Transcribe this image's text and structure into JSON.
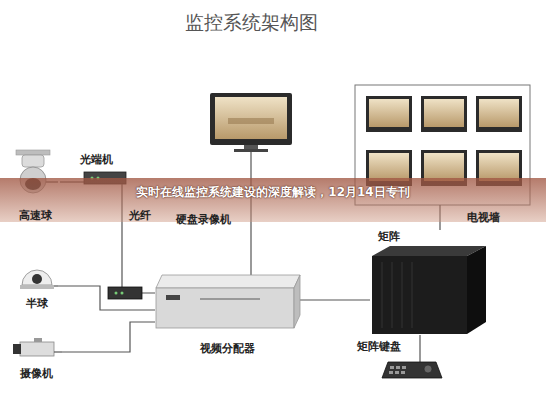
{
  "diagram": {
    "title": "监控系统架构图",
    "nodes": [
      {
        "text": [
          "高速球"
        ]
      },
      {
        "text": [
          "光端机"
        ]
      },
      {
        "text": [
          "电视墙"
        ]
      },
      {
        "text": [
          "半球"
        ]
      },
      {
        "text": [
          "摄像机"
        ]
      },
      {
        "text": [
          "视频分配器"
        ]
      },
      {
        "text": [
          "矩阵"
        ]
      },
      {
        "text": [
          "矩阵键盘"
        ]
      }
    ],
    "edges": [
      {
        "from": 0,
        "to": 1,
        "arrow": "none"
      },
      {
        "from": 1,
        "to": 5,
        "arrow": "none"
      },
      {
        "from": 3,
        "to": 5,
        "arrow": "none"
      },
      {
        "from": 4,
        "to": 5,
        "arrow": "none"
      },
      {
        "from": 5,
        "to": 6,
        "arrow": "none"
      },
      {
        "from": 6,
        "to": 2,
        "arrow": "none"
      },
      {
        "from": 6,
        "to": 7,
        "arrow": "none"
      }
    ],
    "labels": [
      "光纤",
      "硬盘录像机",
      "实时在线监控系统建设的深度解读，12月14日专刊"
    ]
  }
}
